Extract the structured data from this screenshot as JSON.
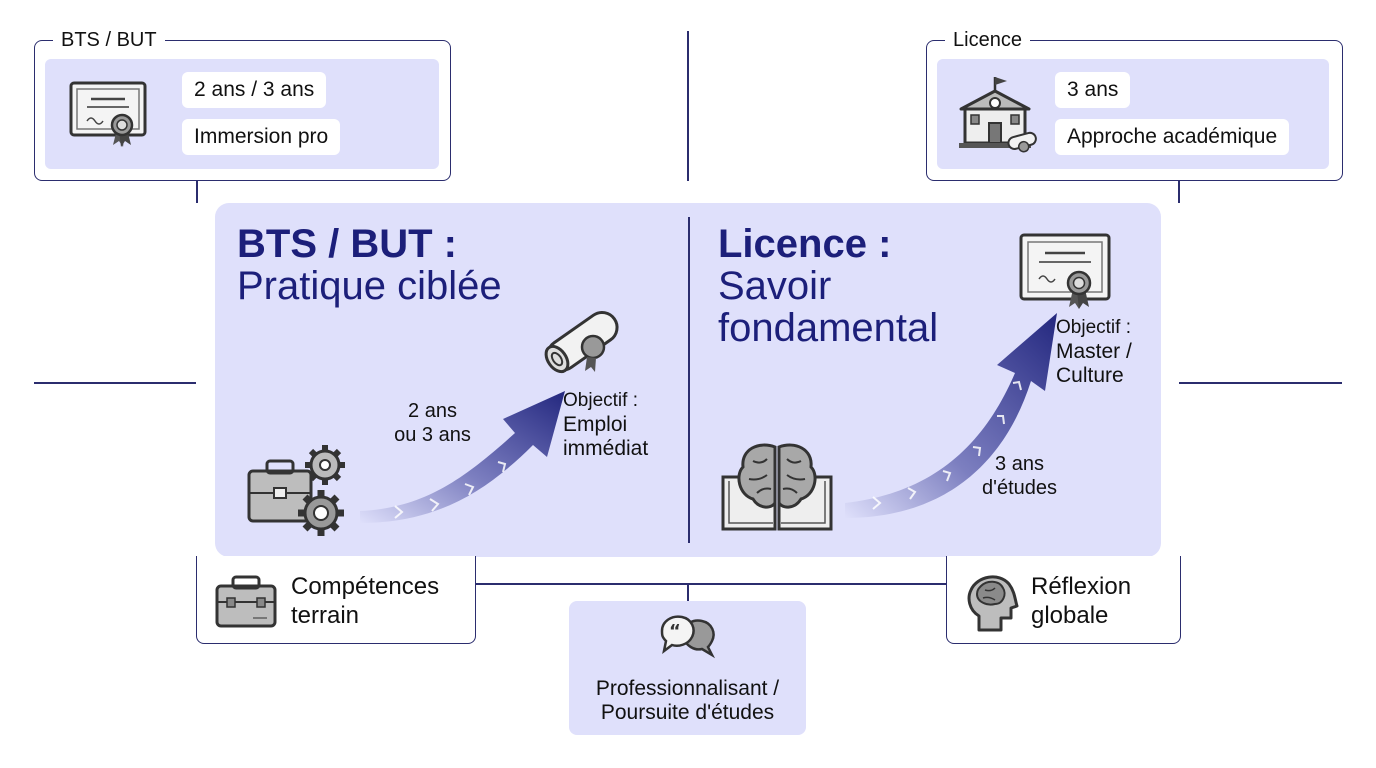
{
  "bts_legend": {
    "title": "BTS / BUT",
    "duration": "2 ans / 3 ans",
    "feature": "Immersion pro",
    "icon": "diploma-certificate-icon"
  },
  "licence_legend": {
    "title": "Licence",
    "duration": "3 ans",
    "feature": "Approche académique",
    "icon": "university-building-icon"
  },
  "bts_panel": {
    "heading_bold": "BTS / BUT :",
    "heading_light": "Pratique ciblée",
    "duration_line1": "2 ans",
    "duration_line2": "ou 3 ans",
    "objective_label": "Objectif :",
    "objective_line1": "Emploi",
    "objective_line2": "immédiat",
    "icon_start": "briefcase-gears-icon",
    "icon_goal": "diploma-scroll-icon"
  },
  "licence_panel": {
    "heading_bold": "Licence :",
    "heading_line1": "Savoir",
    "heading_line2": "fondamental",
    "duration_line1": "3 ans",
    "duration_line2": "d'études",
    "objective_label": "Objectif :",
    "objective_line1": "Master /",
    "objective_line2": "Culture",
    "icon_start": "book-brain-icon",
    "icon_goal": "certificate-icon"
  },
  "bottom": {
    "left_line1": "Compétences",
    "left_line2": "terrain",
    "left_icon": "toolbox-icon",
    "right_line1": "Réflexion",
    "right_line2": "globale",
    "right_icon": "head-brain-icon",
    "center_line1": "Professionnalisant /",
    "center_line2": "Poursuite d'études",
    "center_icon": "speech-bubbles-icon"
  },
  "colors": {
    "accent": "#1c1f7a",
    "panel": "#dfe0fb",
    "line": "#2b2d6e"
  }
}
